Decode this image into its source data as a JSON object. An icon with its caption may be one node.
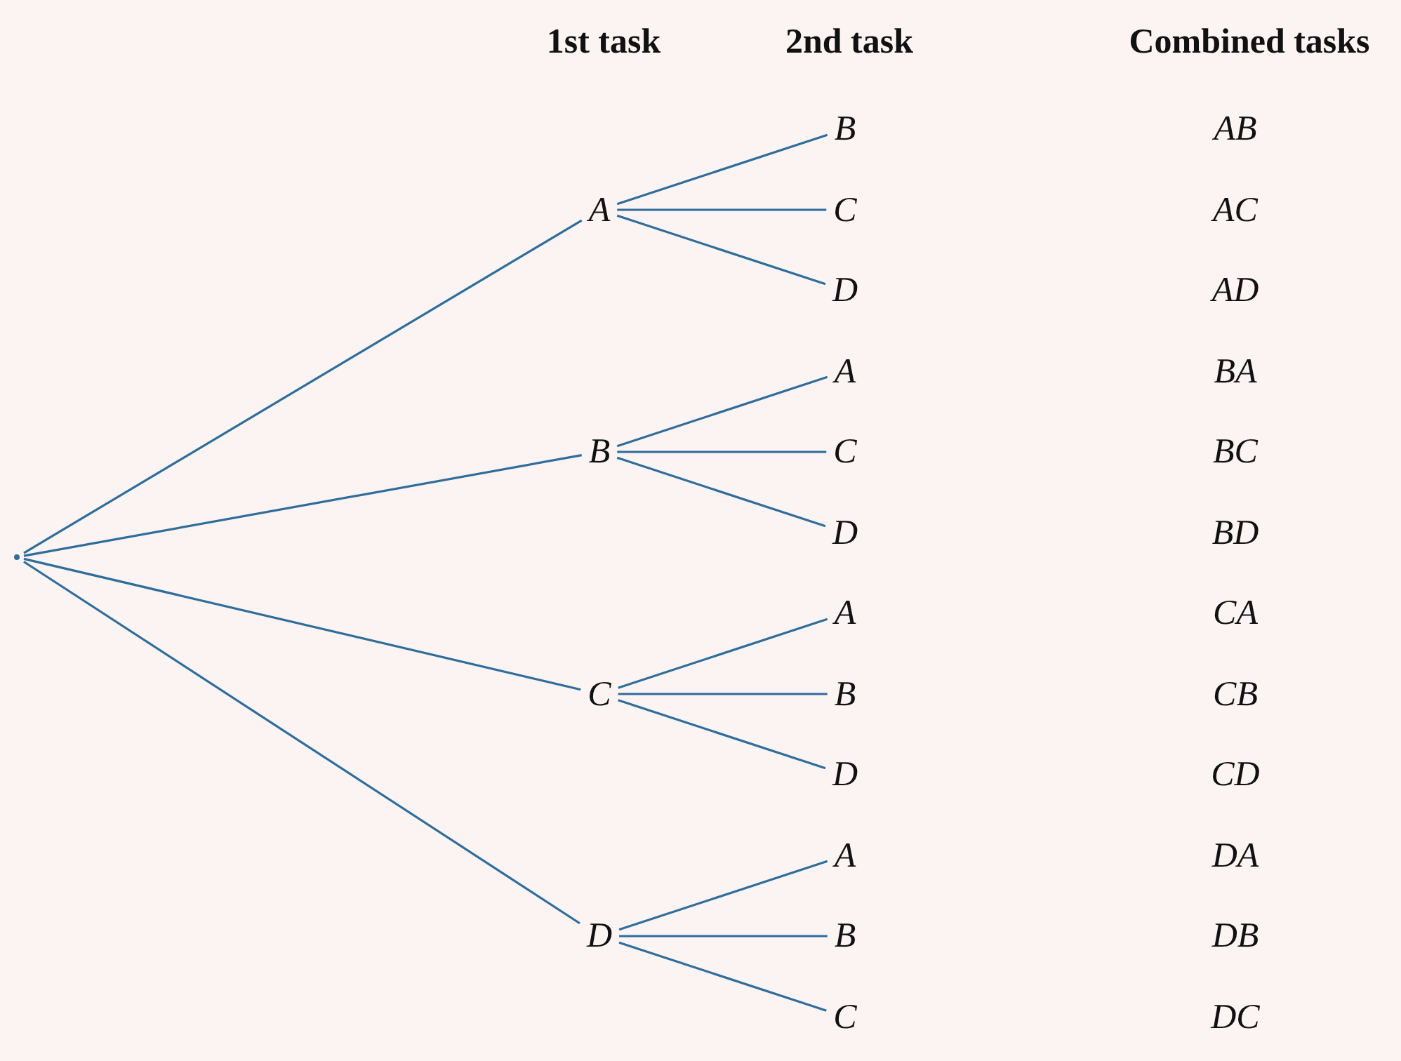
{
  "diagram": {
    "nodes": [
      {
        "text": [],
        "shape": "dot"
      },
      {
        "text": [
          "A"
        ]
      },
      {
        "text": [
          "B"
        ]
      },
      {
        "text": [
          "C"
        ]
      },
      {
        "text": [
          "D"
        ]
      },
      {
        "text": [
          "B"
        ]
      },
      {
        "text": [
          "C"
        ]
      },
      {
        "text": [
          "D"
        ]
      },
      {
        "text": [
          "A"
        ]
      },
      {
        "text": [
          "C"
        ]
      },
      {
        "text": [
          "D"
        ]
      },
      {
        "text": [
          "A"
        ]
      },
      {
        "text": [
          "B"
        ]
      },
      {
        "text": [
          "D"
        ]
      },
      {
        "text": [
          "A"
        ]
      },
      {
        "text": [
          "B"
        ]
      },
      {
        "text": [
          "C"
        ]
      }
    ],
    "edges": [
      {
        "from": 0,
        "to": 1,
        "arrow": "none"
      },
      {
        "from": 0,
        "to": 2,
        "arrow": "none"
      },
      {
        "from": 0,
        "to": 3,
        "arrow": "none"
      },
      {
        "from": 0,
        "to": 4,
        "arrow": "none"
      },
      {
        "from": 1,
        "to": 5,
        "arrow": "none"
      },
      {
        "from": 1,
        "to": 6,
        "arrow": "none"
      },
      {
        "from": 1,
        "to": 7,
        "arrow": "none"
      },
      {
        "from": 2,
        "to": 8,
        "arrow": "none"
      },
      {
        "from": 2,
        "to": 9,
        "arrow": "none"
      },
      {
        "from": 2,
        "to": 10,
        "arrow": "none"
      },
      {
        "from": 3,
        "to": 11,
        "arrow": "none"
      },
      {
        "from": 3,
        "to": 12,
        "arrow": "none"
      },
      {
        "from": 3,
        "to": 13,
        "arrow": "none"
      },
      {
        "from": 4,
        "to": 14,
        "arrow": "none"
      },
      {
        "from": 4,
        "to": 15,
        "arrow": "none"
      },
      {
        "from": 4,
        "to": 16,
        "arrow": "none"
      }
    ],
    "labels": [
      "1st task",
      "2nd task",
      "Combined tasks",
      "AB",
      "AC",
      "AD",
      "BA",
      "BC",
      "BD",
      "CA",
      "CB",
      "CD",
      "DA",
      "DB",
      "DC"
    ]
  }
}
